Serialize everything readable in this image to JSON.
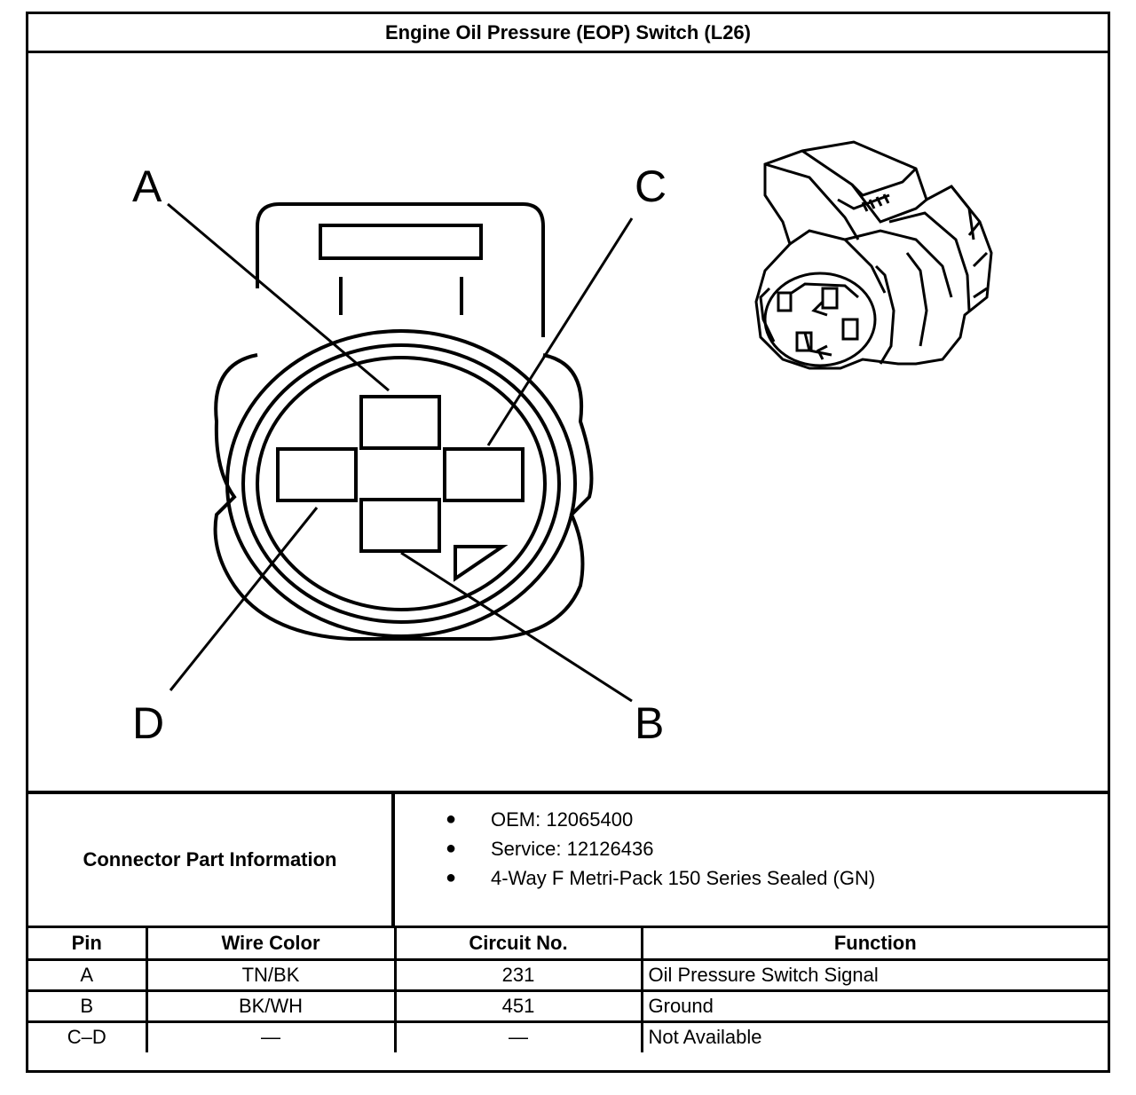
{
  "title": "Engine Oil Pressure (EOP) Switch (L26)",
  "diagram": {
    "pin_labels": [
      "A",
      "C",
      "D",
      "B"
    ]
  },
  "connector_info": {
    "label": "Connector Part Information",
    "items": [
      "OEM: 12065400",
      "Service: 12126436",
      "4-Way F Metri-Pack 150 Series Sealed (GN)"
    ]
  },
  "pin_table": {
    "headers": [
      "Pin",
      "Wire Color",
      "Circuit No.",
      "Function"
    ],
    "rows": [
      [
        "A",
        "TN/BK",
        "231",
        "Oil Pressure Switch Signal"
      ],
      [
        "B",
        "BK/WH",
        "451",
        "Ground"
      ],
      [
        "C–D",
        "—",
        "—",
        "Not Available"
      ]
    ]
  }
}
